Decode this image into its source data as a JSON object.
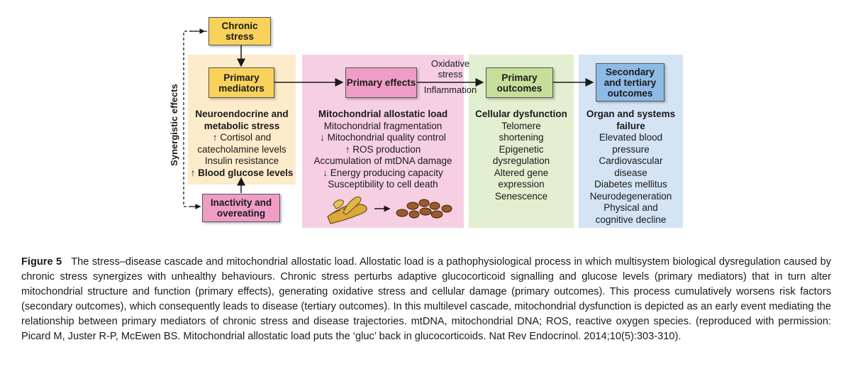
{
  "diagram": {
    "chronic_stress": "Chronic stress",
    "synergistic_effects": "Synergistic effects",
    "primary_mediators": "Primary mediators",
    "primary_effects": "Primary effects",
    "primary_outcomes": "Primary outcomes",
    "secondary_tertiary": "Secondary and tertiary outcomes",
    "inactivity": "Inactivity and overeating",
    "oxidative_stress": "Oxidative stress",
    "inflammation": "Inflammation",
    "col1": {
      "heading": "Neuroendocrine and metabolic stress",
      "lines": [
        "↑ Cortisol and",
        "catecholamine levels",
        "Insulin resistance"
      ],
      "bold_last": "↑ Blood glucose levels"
    },
    "col2": {
      "heading": "Mitochondrial allostatic load",
      "lines": [
        "Mitochondrial fragmentation",
        "↓ Mitochondrial quality control",
        "↑ ROS production",
        "Accumulation of mtDNA damage",
        "↓ Energy producing capacity",
        "Susceptibility to cell death"
      ]
    },
    "col3": {
      "heading": "Cellular dysfunction",
      "lines": [
        "Telomere",
        "shortening",
        "Epigenetic",
        "dysregulation",
        "Altered gene",
        "expression",
        "Senescence"
      ]
    },
    "col4": {
      "heading": "Organ and systems failure",
      "lines": [
        "Elevated blood",
        "pressure",
        "Cardiovascular",
        "disease",
        "Diabetes mellitus",
        "Neurodegeneration",
        "Physical and",
        "cognitive decline"
      ]
    },
    "colors": {
      "yellow_panel": "#fdeccb",
      "pink_panel": "#f6cfe3",
      "green_panel": "#e2efd0",
      "blue_panel": "#d4e4f4"
    }
  },
  "caption": {
    "label": "Figure 5",
    "text": "The stress–disease cascade and mitochondrial allostatic load. Allostatic load is a pathophysiological process in which multisystem biological dysregulation caused by chronic stress synergizes with unhealthy behaviours. Chronic stress perturbs adaptive glucocorticoid signalling and glucose levels (primary mediators) that in turn alter mitochondrial structure and function (primary effects), generating oxidative stress and cellular damage (primary outcomes). This process cumulatively worsens risk factors (secondary outcomes), which consequently leads to disease (tertiary outcomes). In this multilevel cascade, mitochondrial dysfunction is depicted as an early event mediating the relationship between primary mediators of chronic stress and disease trajectories. mtDNA, mitochondrial DNA; ROS, reactive oxygen species. (reproduced with permission: Picard M, Juster R-P, McEwen BS. Mitochondrial allostatic load puts the ‘gluc’ back in glucocorticoids. Nat Rev Endocrinol. 2014;10(5):303-310)."
  }
}
